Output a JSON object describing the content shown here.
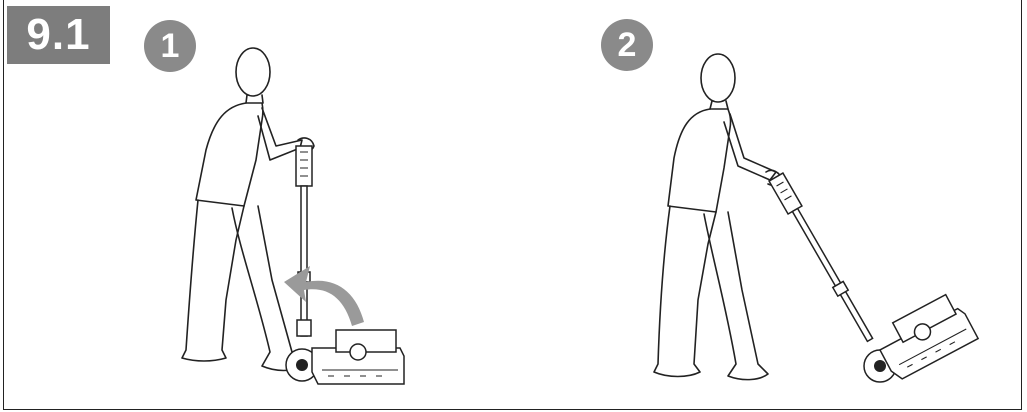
{
  "section": {
    "label": "9.1"
  },
  "steps": [
    {
      "number": "1"
    },
    {
      "number": "2"
    }
  ],
  "colors": {
    "tag_bg": "#7d7d7d",
    "badge_bg": "#8a8a8a",
    "arrow": "#9a9a9a",
    "line": "#222222"
  }
}
